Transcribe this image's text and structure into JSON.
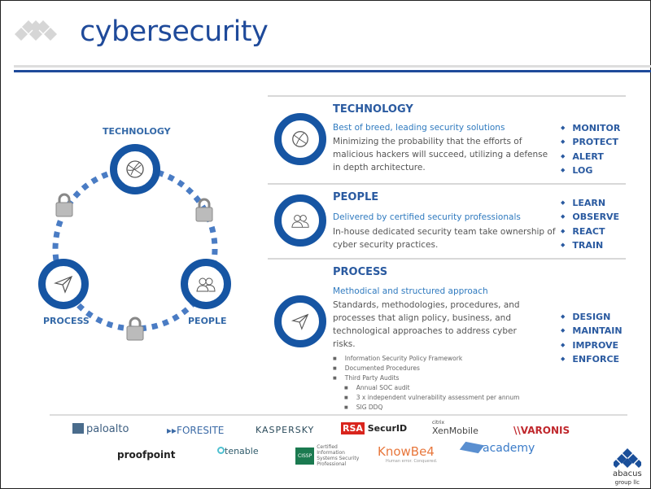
{
  "header": {
    "title": "cybersecurity"
  },
  "diagram": {
    "technology": "TECHNOLOGY",
    "process": "PROCESS",
    "people": "PEOPLE"
  },
  "sections": [
    {
      "title": "TECHNOLOGY",
      "subtitle": "Best of breed, leading security solutions",
      "description": "Minimizing the probability that the efforts of malicious hackers will succeed, utilizing a defense in depth architecture.",
      "keywords": [
        "MONITOR",
        "PROTECT",
        "ALERT",
        "LOG"
      ]
    },
    {
      "title": "PEOPLE",
      "subtitle": "Delivered by certified security professionals",
      "description": "In-house dedicated security team take ownership of cyber security practices.",
      "keywords": [
        "LEARN",
        "OBSERVE",
        "REACT",
        "TRAIN"
      ]
    },
    {
      "title": "PROCESS",
      "subtitle": "Methodical and structured approach",
      "description": "Standards, methodologies, procedures, and processes that align policy, business, and technological approaches to address cyber risks.",
      "keywords": [
        "DESIGN",
        "MAINTAIN",
        "IMPROVE",
        "ENFORCE"
      ],
      "bullets": [
        "Information Security Policy Framework",
        "Documented Procedures",
        "Third Party Audits"
      ],
      "sub_bullets": [
        "Annual SOC audit",
        "3 x independent vulnerability assessment per annum",
        "SIG DDQ"
      ]
    }
  ],
  "logos": {
    "paloalto": "paloalto",
    "foresite": "FORESITE",
    "kaspersky": "KASPERSKY",
    "rsa": "RSA",
    "securid": "SecurID",
    "citrix": "citrix",
    "xenmobile": "XenMobile",
    "varonis": "VARONIS",
    "proofpoint": "proofpoint",
    "tenable": "tenable",
    "cissp": "CISSP",
    "cissp_text": "Certified Information Systems Security Professional",
    "knowbe4": "KnowBe4",
    "knowbe4_tag": "Human error. Conquered.",
    "academy": "academy",
    "abacus": "abacus",
    "abacus_group": "group llc"
  },
  "colors": {
    "brand": "#1f4a9a",
    "accent": "#2f7abf"
  }
}
